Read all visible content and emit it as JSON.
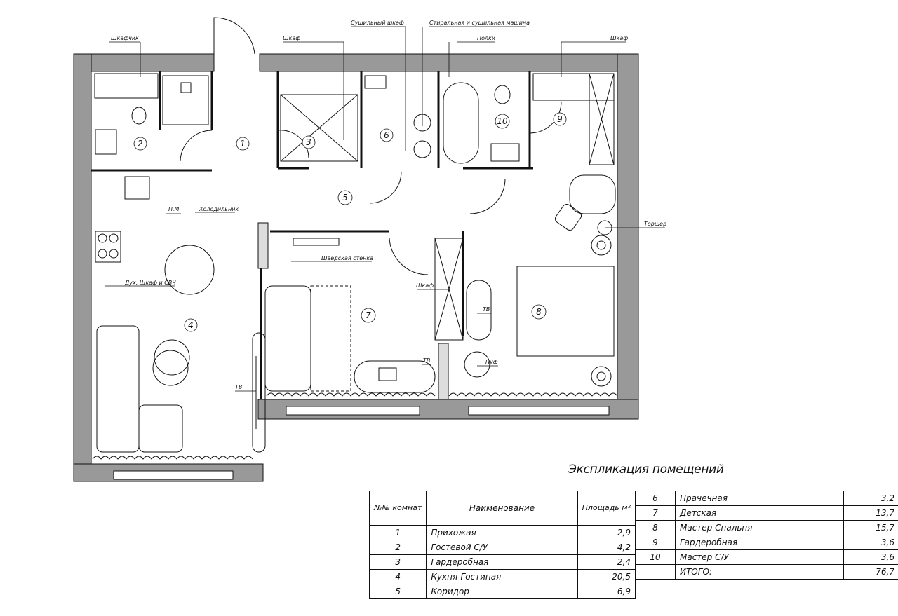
{
  "plan": {
    "rooms": [
      {
        "num": "1",
        "name": "Прихожая",
        "area": "2,9"
      },
      {
        "num": "2",
        "name": "Гостевой С/У",
        "area": "4,2"
      },
      {
        "num": "3",
        "name": "Гардеробная",
        "area": "2,4"
      },
      {
        "num": "4",
        "name": "Кухня-Гостиная",
        "area": "20,5"
      },
      {
        "num": "5",
        "name": "Коридор",
        "area": "6,9"
      },
      {
        "num": "6",
        "name": "Прачечная",
        "area": "3,2"
      },
      {
        "num": "7",
        "name": "Детская",
        "area": "13,7"
      },
      {
        "num": "8",
        "name": "Мастер Спальня",
        "area": "15,7"
      },
      {
        "num": "9",
        "name": "Гардеробная",
        "area": "3,6"
      },
      {
        "num": "10",
        "name": "Мастер С/У",
        "area": "3,6"
      }
    ],
    "labels": {
      "shkafchik": "Шкафчик",
      "shkaf": "Шкаф",
      "dryer_cabinet": "Сушильный шкаф",
      "washer_dryer": "Стиральная и сушильная машина",
      "shelves": "Полки",
      "dishwasher": "П.М.",
      "fridge": "Холодильник",
      "oven": "Дух. Шкаф и СВЧ",
      "swedish_wall": "Шведская стенка",
      "torsher": "Торшер",
      "tv": "ТВ",
      "pouf": "Пуф"
    }
  },
  "explication": {
    "title": "Экспликация помещений",
    "header_num": "№№ комнат",
    "header_name": "Наименование",
    "header_area": "Площадь м²",
    "total_label": "ИТОГО:",
    "total_value": "76,7"
  }
}
